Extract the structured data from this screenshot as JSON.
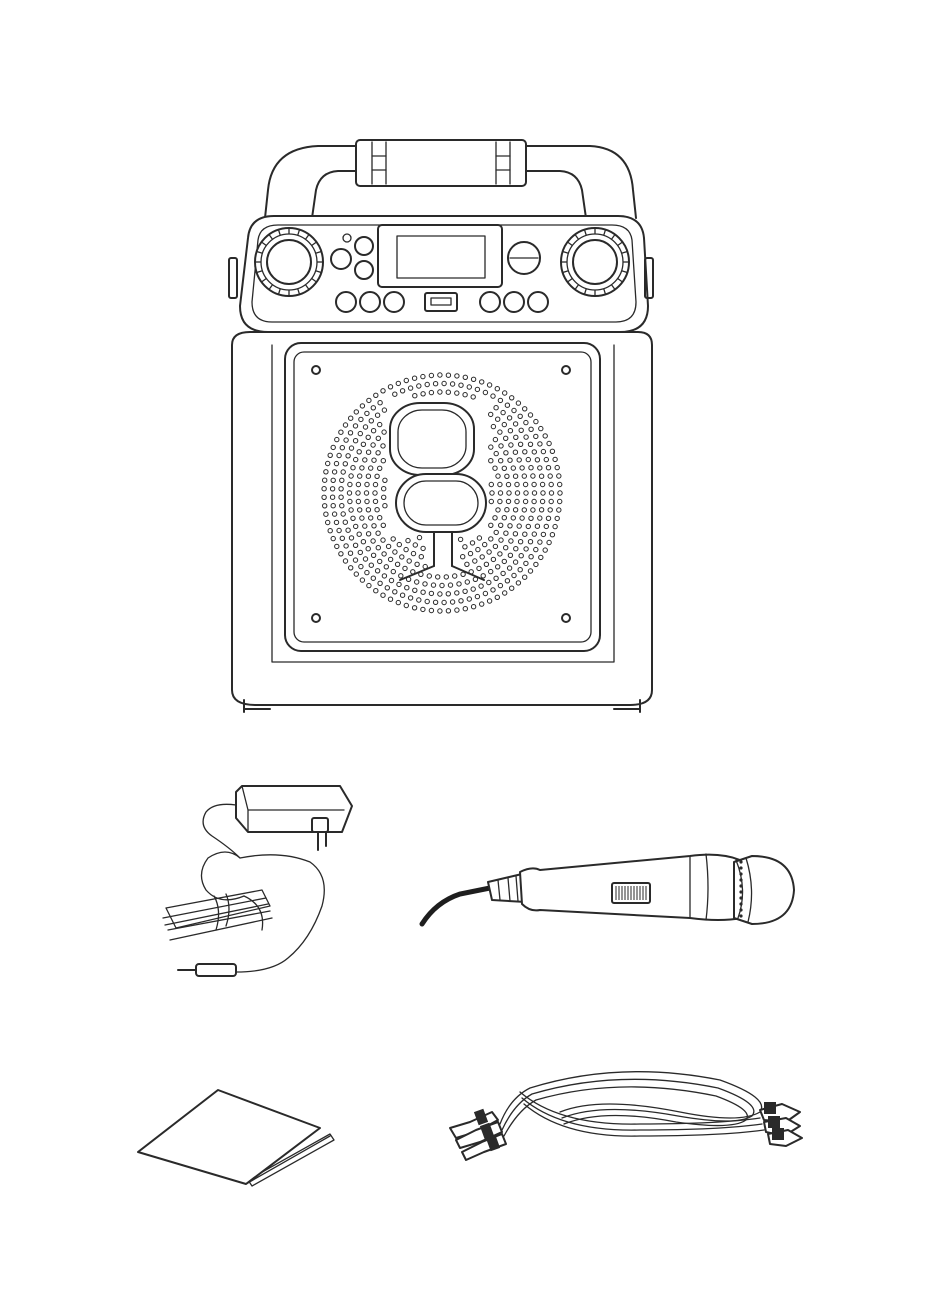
{
  "items": [
    {
      "name": "karaoke-speaker",
      "icon": "speaker-illustration"
    },
    {
      "name": "ac-adapter",
      "icon": "power-adapter-illustration"
    },
    {
      "name": "microphone",
      "icon": "microphone-illustration"
    },
    {
      "name": "instruction-manual",
      "icon": "manual-illustration"
    },
    {
      "name": "rca-av-cable",
      "icon": "av-cable-illustration"
    }
  ],
  "colors": {
    "line": "#2a2a2a",
    "background": "#ffffff"
  }
}
